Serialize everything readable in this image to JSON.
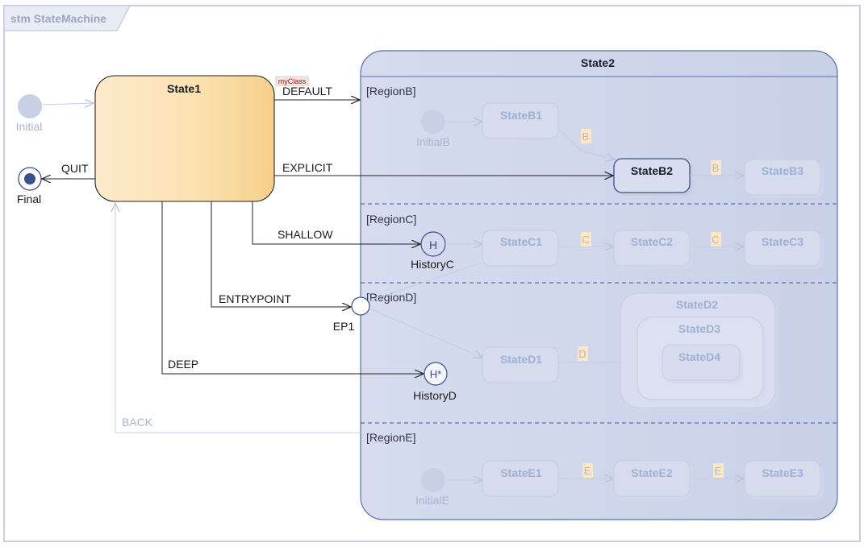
{
  "frame": {
    "title": "stm StateMachine"
  },
  "states": {
    "state1": "State1",
    "state2": "State2",
    "stereotype": "myClass",
    "b1": "StateB1",
    "b2": "StateB2",
    "b3": "StateB3",
    "c1": "StateC1",
    "c2": "StateC2",
    "c3": "StateC3",
    "d1": "StateD1",
    "d2": "StateD2",
    "d3": "StateD3",
    "d4": "StateD4",
    "e1": "StateE1",
    "e2": "StateE2",
    "e3": "StateE3"
  },
  "regions": {
    "b": "[RegionB]",
    "c": "[RegionC]",
    "d": "[RegionD]",
    "e": "[RegionE]"
  },
  "pseudostates": {
    "initial": "Initial",
    "final": "Final",
    "initialB": "InitialB",
    "initialE": "InitialE",
    "historyC": "HistoryC",
    "historyD": "HistoryD",
    "ep1": "EP1"
  },
  "transitions": {
    "default": "DEFAULT",
    "explicit": "EXPLICIT",
    "quit": "QUIT",
    "shallow": "SHALLOW",
    "entrypoint": "ENTRYPOINT",
    "deep": "DEEP",
    "back": "BACK"
  },
  "guards": {
    "b": "B",
    "c": "C",
    "d": "D",
    "e": "E"
  },
  "colors": {
    "state1_fill_light": "#fdf0d8",
    "state1_fill_dark": "#f8d48e",
    "state2_fill": "#d9dfee",
    "accent_border": "#5a6ea8",
    "dim_stroke": "#c3cce2"
  }
}
